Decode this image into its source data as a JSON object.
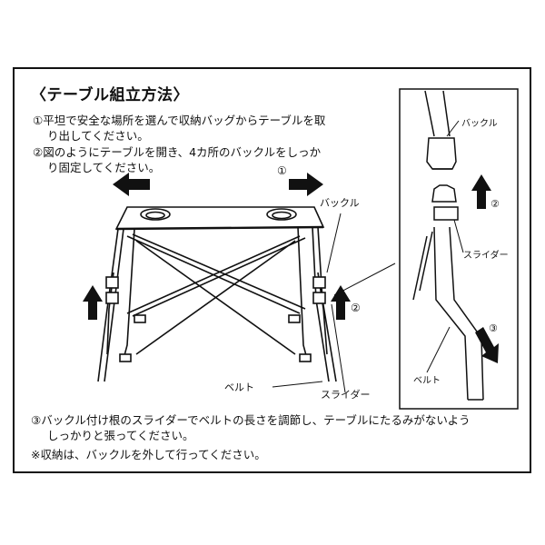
{
  "title": "〈テーブル組立方法〉",
  "step1": {
    "line1": "①平坦で安全な場所を選んで収納バッグからテーブルを取",
    "line2": "り出してください。"
  },
  "step2": {
    "line1": "②図のようにテーブルを開き、4カ所のバックルをしっか‌",
    "line2": "り固定してください。"
  },
  "step3": {
    "line1": "③バックル付け根のスライダーでベルトの長さを調節し、テーブルにたるみがないよう",
    "line2": "しっかりと張ってください。"
  },
  "note": "※収納は、バックルを外して行ってください。",
  "labels": {
    "buckle_main": "バックル",
    "belt_main": "ベルト",
    "slider_main": "スライダー",
    "buckle_detail": "バックル",
    "slider_detail": "スライダー",
    "belt_detail": "ベルト"
  },
  "markers": {
    "step1": "①",
    "step2_main": "②",
    "step2_detail": "②",
    "step3_detail": "③"
  }
}
